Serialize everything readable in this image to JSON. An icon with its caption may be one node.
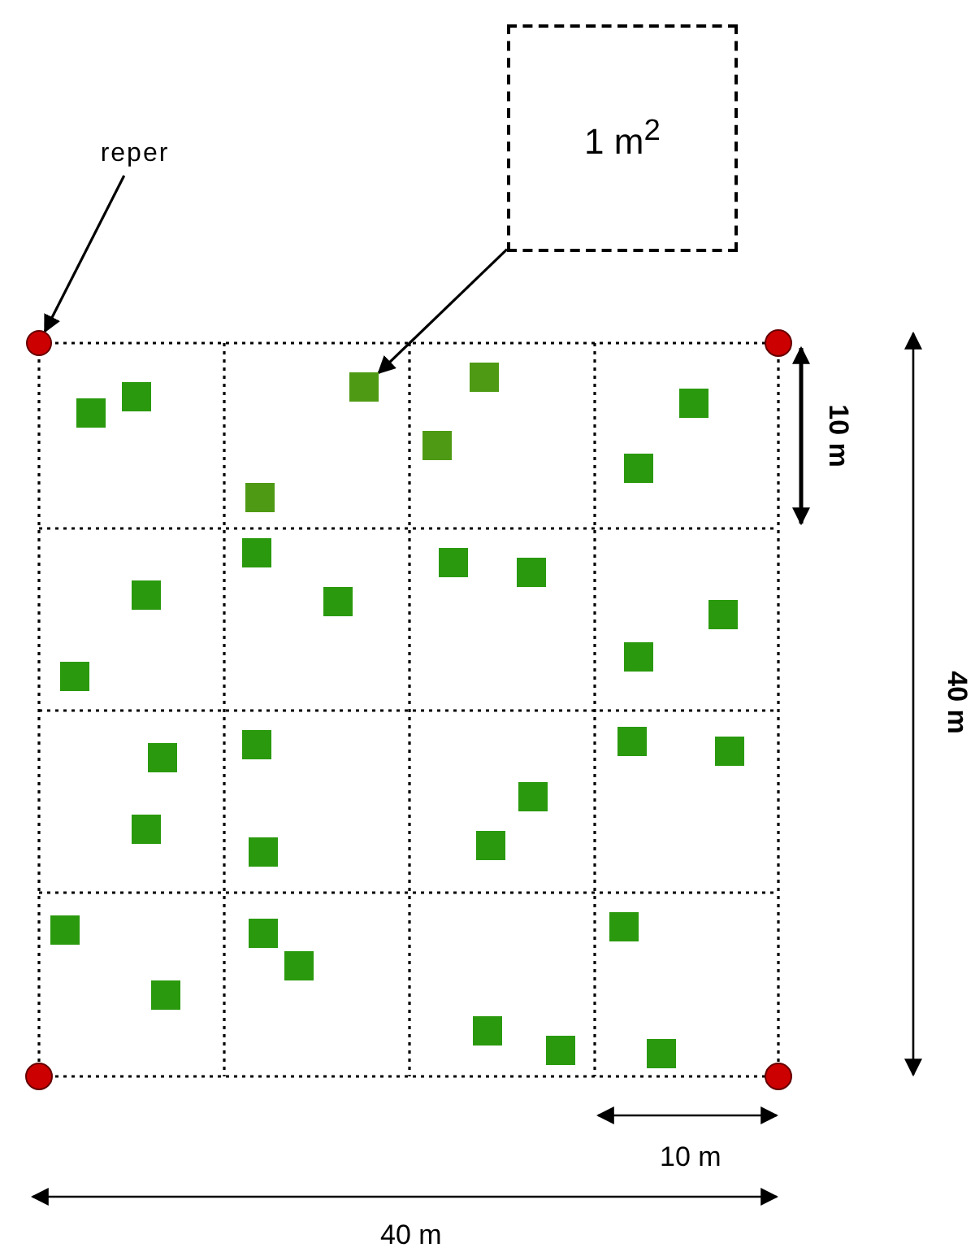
{
  "diagram": {
    "nodes": [
      {
        "text": [
          "reper"
        ]
      },
      {
        "text": [
          "1 m$^{2}$"
        ]
      },
      {
        "text": [],
        "shape": "circle"
      },
      {
        "text": [],
        "shape": "box"
      }
    ],
    "edges": [
      {
        "from": 0,
        "to": 2,
        "arrow": "to"
      },
      {
        "from": 1,
        "to": 3,
        "arrow": "to"
      }
    ],
    "labels": [
      "10 m",
      "40 m",
      "10 m",
      "40 m"
    ]
  }
}
